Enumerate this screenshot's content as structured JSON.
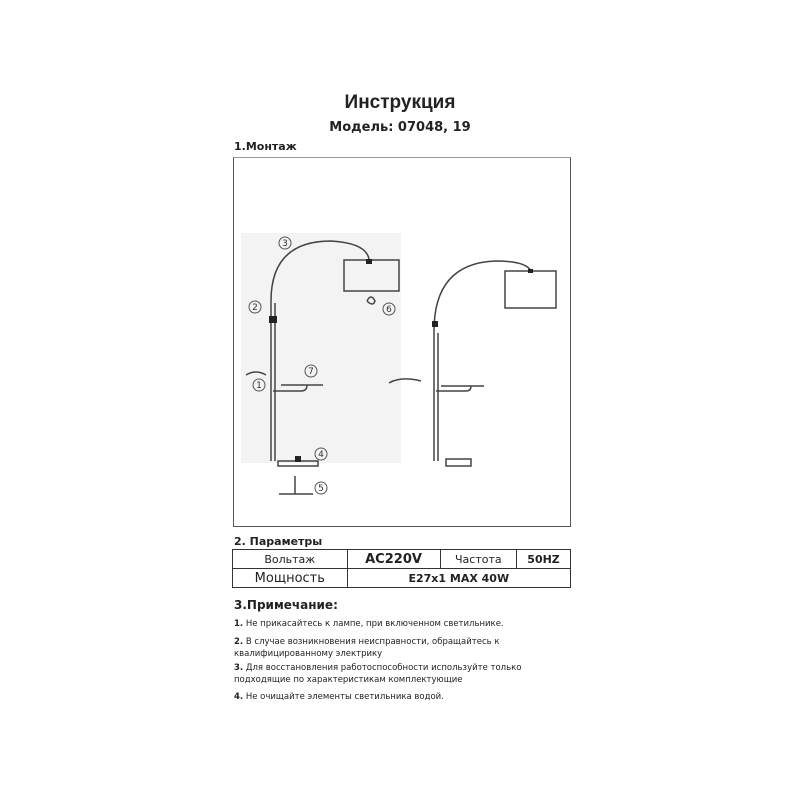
{
  "title": "Инструкция",
  "model": "Модель: 07048, 19",
  "section1": "1.Монтаж",
  "diagram_labels": [
    "1",
    "2",
    "3",
    "4",
    "5",
    "6",
    "7"
  ],
  "section2": "2. Параметры",
  "params": {
    "voltage_label": "Вольтаж",
    "voltage": "AC220V",
    "freq_label": "Частота",
    "freq": "50HZ",
    "power_label": "Мощность",
    "power": "E27x1 MAX 40W"
  },
  "section3": "3.Примечание:",
  "notes": [
    {
      "n": "1.",
      "text": "Не прикасайтесь к лампе, при включенном светильнике."
    },
    {
      "n": "2.",
      "text": "В случае возникновения неисправности, обращайтесь к квалифицированному электрику"
    },
    {
      "n": "3.",
      "text": "Для восстановления работоспособности используйте только подходящие по характеристикам комплектующие"
    },
    {
      "n": "4.",
      "text": "Не очищайте элементы светильника водой."
    }
  ]
}
